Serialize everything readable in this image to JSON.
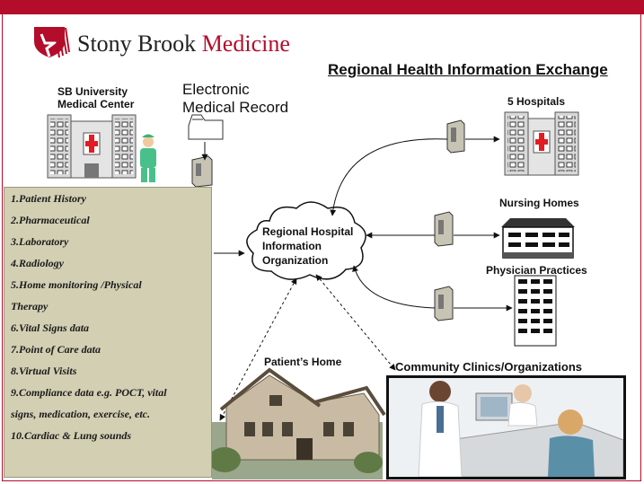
{
  "brand": {
    "name_part1": "Stony Brook ",
    "name_part2": "Medicine",
    "accent_color": "#b30d2b"
  },
  "title": "Regional Health Information Exchange",
  "nodes": {
    "sb_center": {
      "line1": "SB University",
      "line2": "Medical Center"
    },
    "emr": {
      "line1": "Electronic",
      "line2": "Medical Record"
    },
    "hospitals": "5 Hospitals",
    "nursing_homes": "Nursing Homes",
    "physician_practices": "Physician Practices",
    "rhio": {
      "line1": "Regional Hospital",
      "line2": "Information",
      "line3": "Organization"
    },
    "patients_home": "Patient’s Home",
    "community": "Community Clinics/Organizations"
  },
  "data_list": [
    "1.Patient History",
    "2.Pharmaceutical",
    "3.Laboratory",
    "4.Radiology",
    "5.Home monitoring /Physical",
    "Therapy",
    "6.Vital Signs data",
    "7.Point of Care data",
    "8.Virtual Visits",
    "9.Compliance data e.g. POCT, vital",
    "signs, medication, exercise, etc.",
    "10.Cardiac & Lung sounds"
  ],
  "icons": [
    "shield-logo-icon",
    "hospital-building-icon",
    "nurse-icon",
    "server-icon",
    "folder-icon",
    "cloud-icon",
    "nursing-home-icon",
    "office-tower-icon",
    "house-photo",
    "clinic-photo"
  ]
}
